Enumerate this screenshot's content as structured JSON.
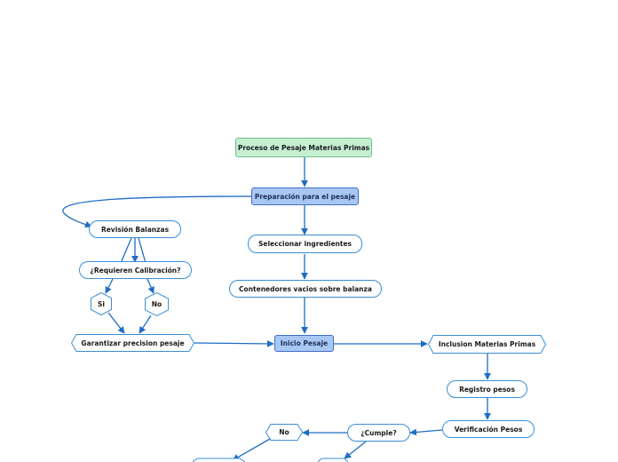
{
  "diagram": {
    "accent_color": "#1f6cc5",
    "nodes": {
      "root": "Proceso de Pesaje Materias Primas",
      "preparacion": "Preparación para el pesaje",
      "revision": "Revisión Balanzas",
      "seleccionar": "Seleccionar ingredientes",
      "calibracion": "¿Requieren Calibración?",
      "contenedores": "Contenedores vacios sobre balanza",
      "si": "Si",
      "no_calibracion": "No",
      "garantizar": "Garantizar precision pesaje",
      "inicio": "Inicio Pesaje",
      "inclusion": "Inclusion Materias Primas",
      "registro": "Registro pesos",
      "verificacion": "Verificación Pesos",
      "cumple": "¿Cumple?",
      "no_cumple": "No"
    }
  }
}
